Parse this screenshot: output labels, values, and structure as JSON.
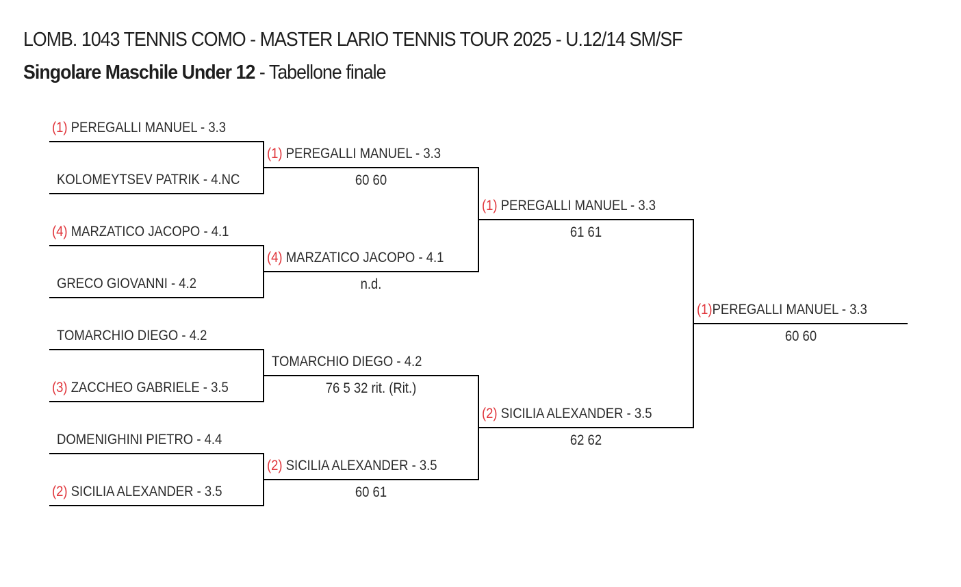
{
  "header": {
    "title": "LOMB. 1043 TENNIS COMO - MASTER LARIO TENNIS TOUR 2025 - U.12/14 SM/SF",
    "event": "Singolare Maschile Under 12",
    "separator": " - ",
    "draw": "Tabellone finale"
  },
  "round1": [
    {
      "seed": "(1)",
      "name": "PEREGALLI MANUEL - 3.3"
    },
    {
      "seed": "",
      "name": "KOLOMEYTSEV PATRIK - 4.NC"
    },
    {
      "seed": "(4)",
      "name": "MARZATICO JACOPO - 4.1"
    },
    {
      "seed": "",
      "name": "GRECO GIOVANNI - 4.2"
    },
    {
      "seed": "",
      "name": "TOMARCHIO DIEGO - 4.2"
    },
    {
      "seed": "(3)",
      "name": "ZACCHEO GABRIELE - 3.5"
    },
    {
      "seed": "",
      "name": "DOMENIGHINI PIETRO - 4.4"
    },
    {
      "seed": "(2)",
      "name": "SICILIA ALEXANDER - 3.5"
    }
  ],
  "quarterfinals": [
    {
      "seed": "(1)",
      "name": "PEREGALLI MANUEL - 3.3",
      "score": "60 60"
    },
    {
      "seed": "(4)",
      "name": "MARZATICO JACOPO - 4.1",
      "score": "n.d."
    },
    {
      "seed": "",
      "name": "TOMARCHIO DIEGO - 4.2",
      "score": "76 5 32 rit. (Rit.)"
    },
    {
      "seed": "(2)",
      "name": "SICILIA ALEXANDER - 3.5",
      "score": "60 61"
    }
  ],
  "semifinals": [
    {
      "seed": "(1)",
      "name": "PEREGALLI MANUEL - 3.3",
      "score": "61 61"
    },
    {
      "seed": "(2)",
      "name": "SICILIA ALEXANDER - 3.5",
      "score": "62 62"
    }
  ],
  "winner": {
    "seed": "(1)",
    "name": "PEREGALLI MANUEL - 3.3",
    "score": "60 60"
  }
}
